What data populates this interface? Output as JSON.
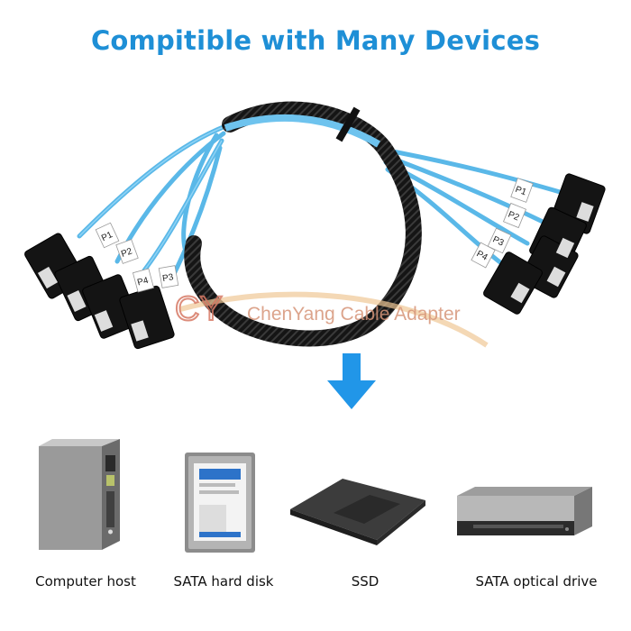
{
  "headline": "Compitible with Many Devices",
  "watermark": "ChenYang Cable Adapter",
  "watermark_logo": "CY",
  "connector_labels": [
    "P1",
    "P2",
    "P3",
    "P4"
  ],
  "devices": [
    {
      "caption": "Computer host",
      "icon": "computer-tower-icon"
    },
    {
      "caption": "SATA hard disk",
      "icon": "hard-disk-icon"
    },
    {
      "caption": "SSD",
      "icon": "ssd-icon"
    },
    {
      "caption": "SATA optical drive",
      "icon": "optical-drive-icon"
    }
  ],
  "colors": {
    "headline": "#1e8fd6",
    "arrow": "#2196e8",
    "cable_blue": "#5ab8e8",
    "sleeve": "#1a1a1a",
    "watermark": "#d69478"
  }
}
